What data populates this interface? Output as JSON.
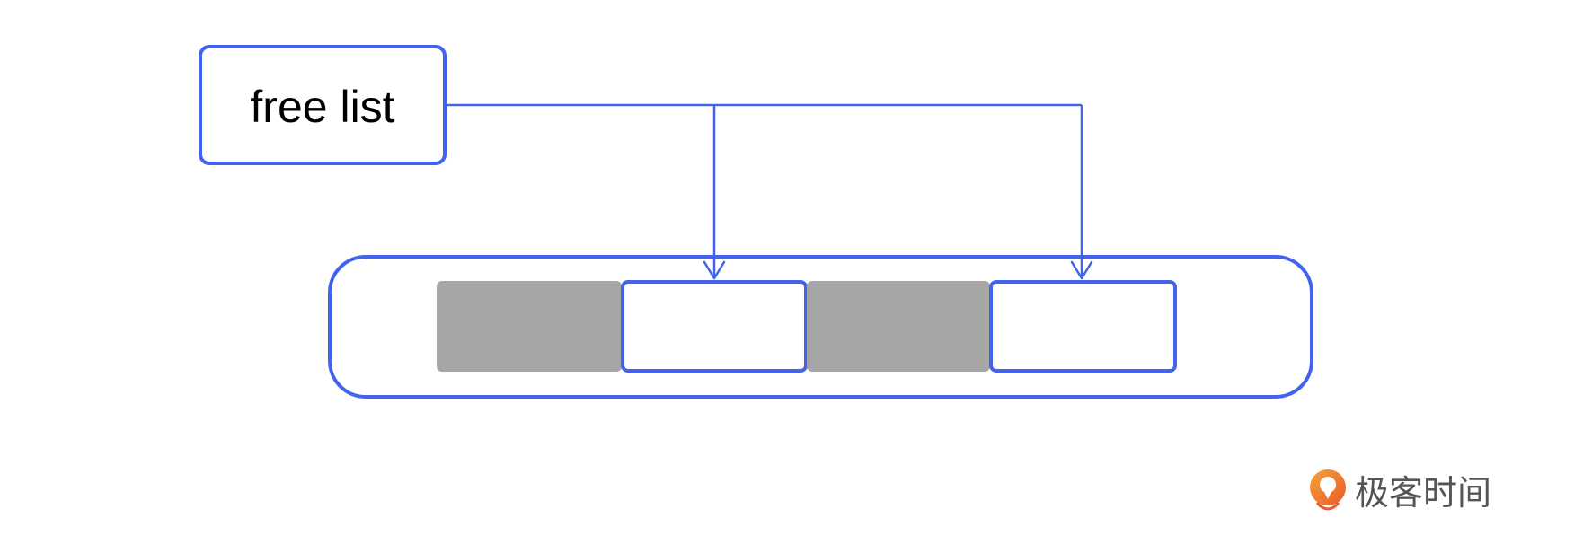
{
  "free_list": {
    "label": "free list"
  },
  "memory_pool": {
    "blocks": [
      {
        "state": "allocated"
      },
      {
        "state": "free"
      },
      {
        "state": "allocated"
      },
      {
        "state": "free"
      }
    ]
  },
  "logo": {
    "text": "极客时间"
  },
  "colors": {
    "accent": "#4263EB",
    "allocated_block": "#A6A6A6",
    "free_block": "#FFFFFF",
    "logo_orange": "#F0792E",
    "logo_text": "#555555"
  }
}
